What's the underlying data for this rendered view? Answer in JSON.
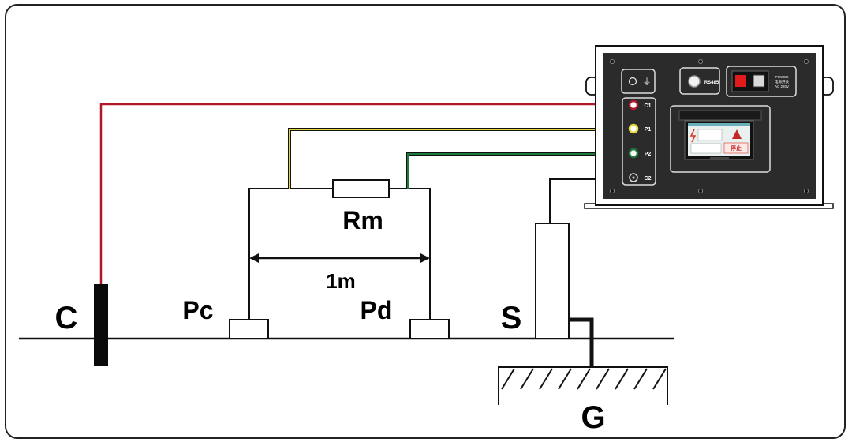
{
  "labels": {
    "c": "C",
    "pc": "Pc",
    "pd": "Pd",
    "s": "S",
    "g": "G",
    "rm": "Rm",
    "distance": "1m"
  },
  "device": {
    "terminals": [
      "C1",
      "P1",
      "P2",
      "C2"
    ],
    "port_label": "RS485",
    "power_label_1": "POWER",
    "power_label_2": "电源开关",
    "power_label_3": "AC 220V",
    "screen_stop": "停止"
  },
  "colors": {
    "c1_wire": "#b0182a",
    "p1_wire": "#e6d63a",
    "p2_wire": "#1e7a3a",
    "c2_wire": "#111111",
    "panel": "#2b2b2b",
    "switch": "#e01b1b"
  }
}
